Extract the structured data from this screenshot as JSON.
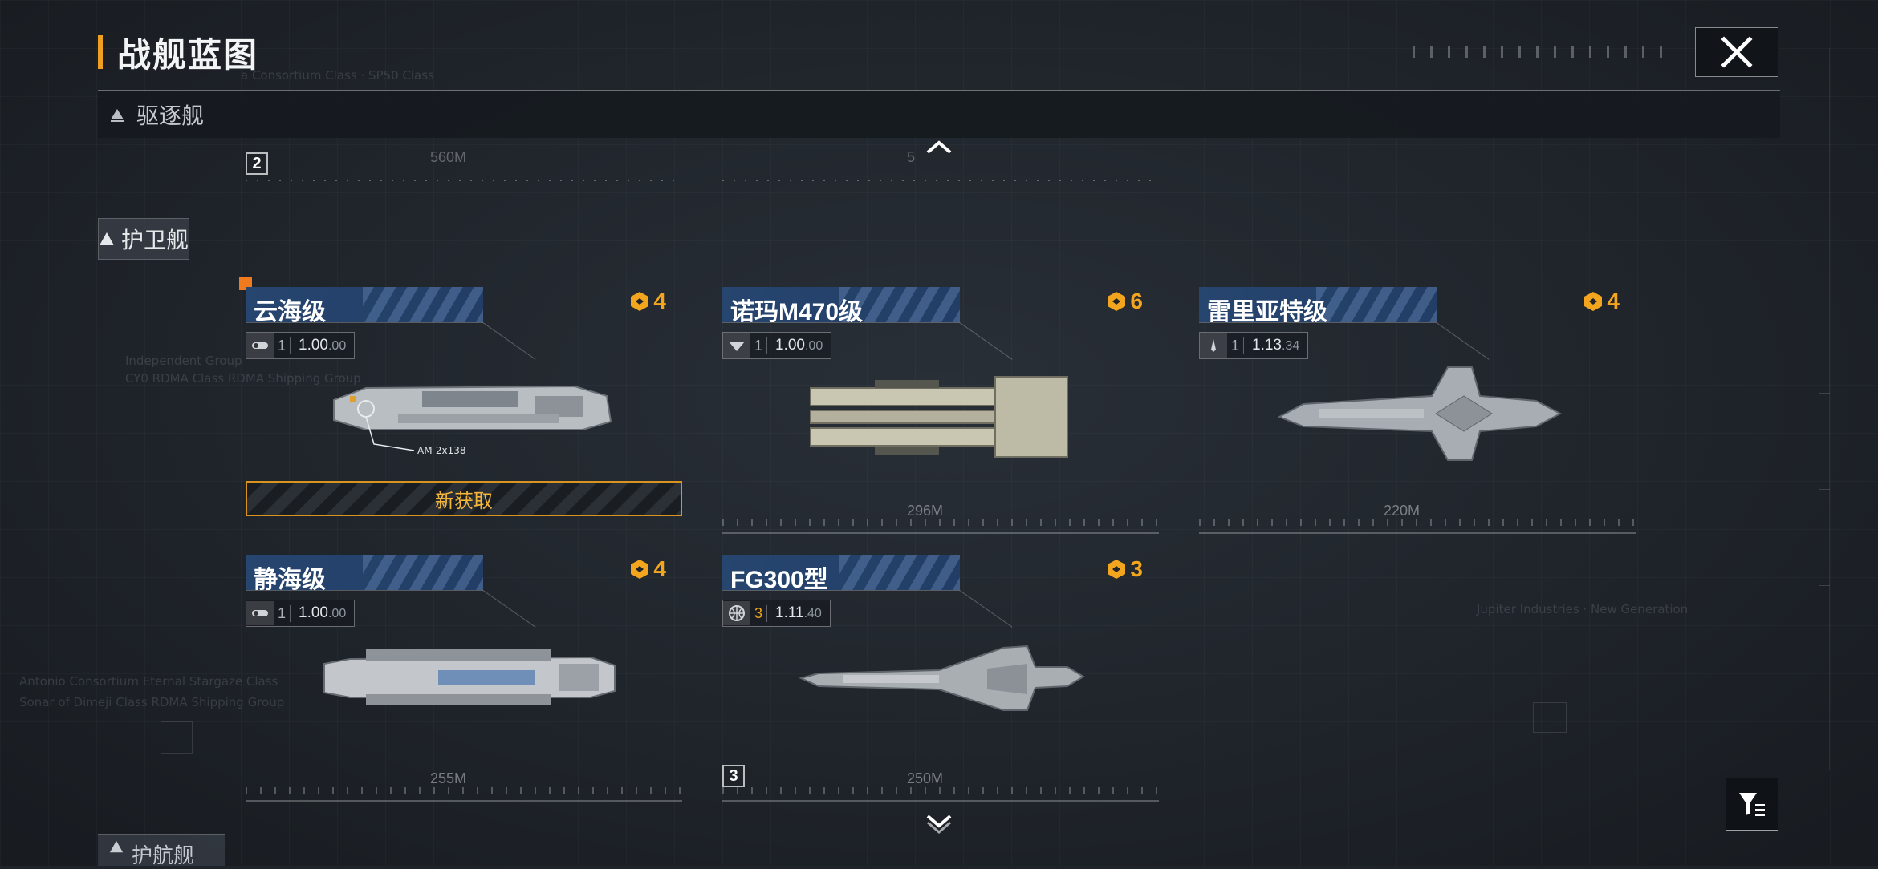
{
  "page": {
    "title": "战舰蓝图",
    "close_icon": "close-icon",
    "filter_icon": "filter-icon"
  },
  "categories": {
    "destroyer": {
      "label": "驱逐舰",
      "icon": "triangle-up-icon"
    },
    "escort": {
      "label": "护卫舰",
      "icon": "triangle-up-icon"
    },
    "cruiser": {
      "label": "护航舰",
      "icon": "triangle-up-icon"
    }
  },
  "ghost_row": {
    "left_number": "2",
    "left_length": "560M",
    "right_length": "5"
  },
  "ships": [
    {
      "name": "云海级",
      "cost": "4",
      "type_icon": "cruiser-class-icon",
      "count": "1",
      "version_major": "1.00",
      "version_minor": ".00",
      "length": "",
      "new_label": "新获取",
      "weapon_label": "AM-2x138"
    },
    {
      "name": "诺玛M470级",
      "cost": "6",
      "type_icon": "frigate-class-icon",
      "count": "1",
      "version_major": "1.00",
      "version_minor": ".00",
      "length": "296M"
    },
    {
      "name": "雷里亚特级",
      "cost": "4",
      "type_icon": "missile-class-icon",
      "count": "1",
      "version_major": "1.13",
      "version_minor": ".34",
      "length": "220M"
    },
    {
      "name": "静海级",
      "cost": "4",
      "type_icon": "cruiser-class-icon",
      "count": "1",
      "version_major": "1.00",
      "version_minor": ".00",
      "length": "255M"
    },
    {
      "name": "FG300型",
      "cost": "3",
      "type_icon": "globe-icon",
      "count": "3",
      "version_major": "1.11",
      "version_minor": ".40",
      "length": "250M",
      "number": "3"
    }
  ],
  "background_text": {
    "line1": "Antonio Consortium Eternal Stargaze Class",
    "line2": "Sonar of Dimeji Class RDMA Shipping Group",
    "line3": "Independent Group",
    "line4": "CY0 RDMA Class RDMA Shipping Group",
    "line5": "Jupiter Industries · New Generation",
    "line6": "a Consortium Class · SP50 Class"
  },
  "colors": {
    "accent": "#f0a020",
    "cost": "#f2a51d",
    "header_blue": "#26456f",
    "new_border": "#d99420"
  }
}
